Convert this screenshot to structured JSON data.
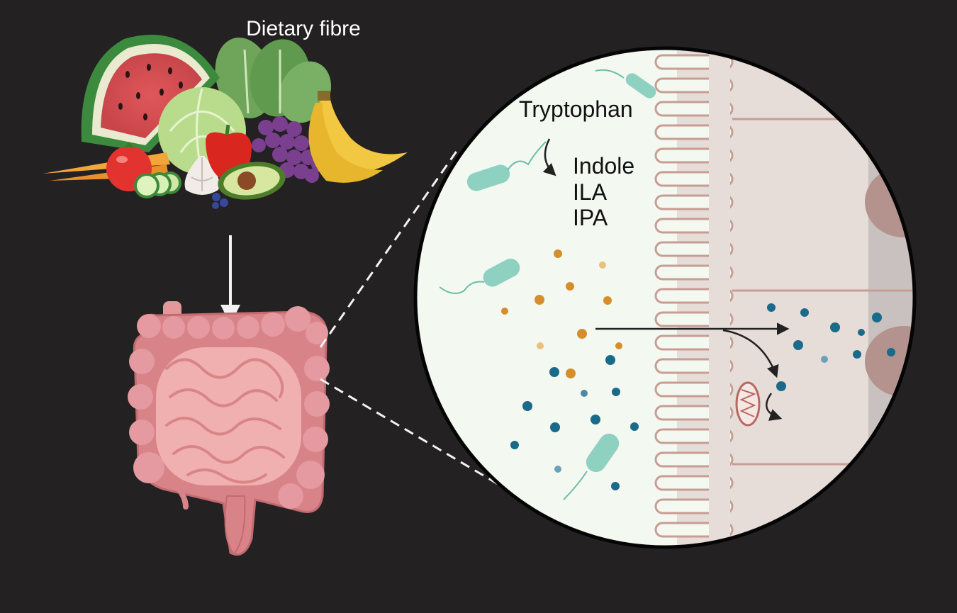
{
  "title": "Dietary fibre",
  "labels": {
    "precursor": "Tryptophan",
    "metabolites": [
      "Indole",
      "ILA",
      "IPA"
    ]
  },
  "colors": {
    "background": "#232122",
    "lumen": "#f3f8f1",
    "tissue": "#e6dcd8",
    "villus_outline": "#c79d94",
    "gut": "#e4989c",
    "bacteria": "#8fd1c1",
    "orange_dot": "#d68e2a",
    "blue_dot": "#1a6a8a",
    "arrow": "#f2f2f2"
  },
  "icons": {
    "food": "fruit-vegetable-basket-icon",
    "gut": "intestine-icon",
    "bacterium": "bacterium-icon",
    "mitochondrion": "mitochondrion-icon"
  }
}
